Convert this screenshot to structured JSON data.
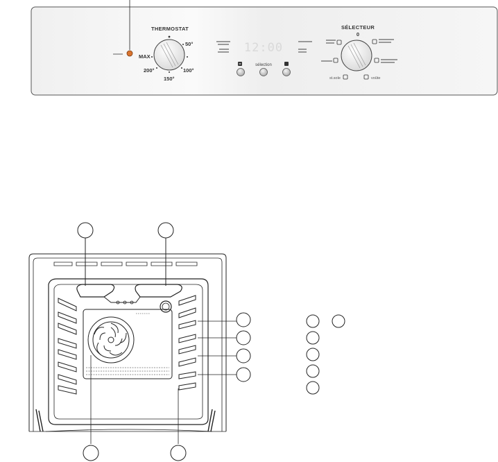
{
  "control_panel": {
    "thermostat": {
      "title": "THERMOSTAT",
      "max_label": "MAX",
      "temp_50": "50°",
      "temp_100": "100°",
      "temp_150": "150°",
      "temp_200": "200°"
    },
    "display": {
      "time": "12:00",
      "select_label": "sélection"
    },
    "selector": {
      "title": "SÉLECTEUR",
      "zero_label": "0",
      "bottom_right_label": "voûte",
      "bottom_left_label": "st.sole"
    }
  },
  "colors": {
    "indicator_light": "#d9742f",
    "panel_background": "#f2f2f2",
    "line": "#222222"
  }
}
